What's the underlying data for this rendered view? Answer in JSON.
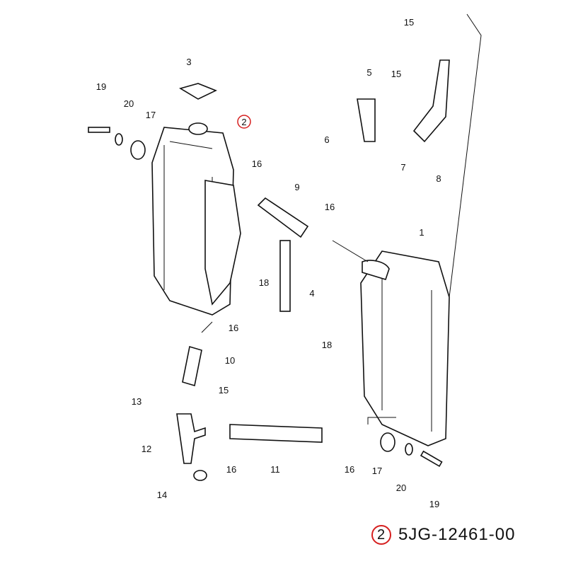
{
  "diagram": {
    "callouts": [
      "15",
      "3",
      "5",
      "15",
      "19",
      "20",
      "17",
      "2",
      "6",
      "7",
      "16",
      "9",
      "8",
      "16",
      "1",
      "18",
      "4",
      "16",
      "10",
      "18",
      "13",
      "15",
      "12",
      "16",
      "11",
      "16",
      "17",
      "20",
      "14",
      "19"
    ],
    "highlighted_callout": "2",
    "highlight_color": "#d62020"
  },
  "part_number": {
    "ref": "2",
    "code": "5JG-12461-00"
  }
}
